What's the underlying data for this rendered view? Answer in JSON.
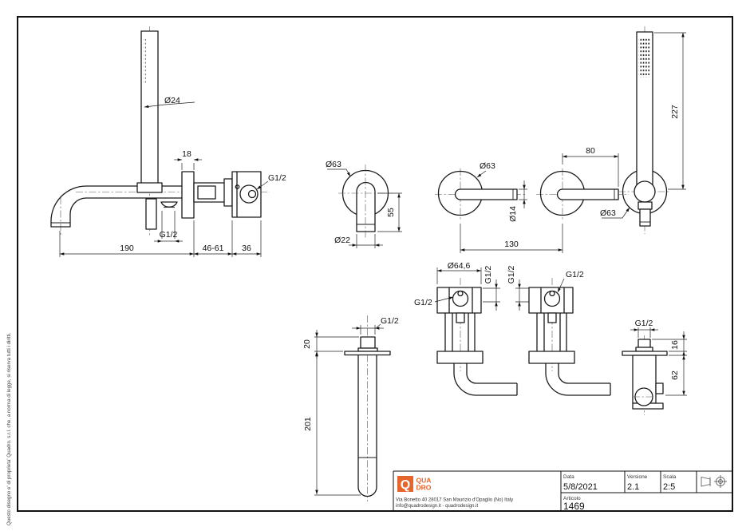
{
  "sheet": {
    "side_note": "Questo disegno e' di proprieta' Quadro. s.r.l. che, a norma di legge, si riserva tutti i diritti.",
    "title_block": {
      "logo_q": "Q",
      "logo_line1": "QUA",
      "logo_line2": "DRO",
      "brand_orange": "#e4662c",
      "address_line1": "Via Bonetto 40  28017 San Maurizio d'Opaglio (No) Italy",
      "address_line2": "info@quadrodesign.it  -  quadrodesign.it",
      "data_label": "Data",
      "data_value": "5/8/2021",
      "versione_label": "Versione",
      "versione_value": "2.1",
      "scala_label": "Scala",
      "scala_value": "2:5",
      "articolo_label": "Articolo",
      "articolo_value": "1469"
    }
  },
  "labels": {
    "mixer": {
      "dia24": "Ø24",
      "plate18": "18",
      "inlet_g12": "G1/2",
      "hose_g12": "G1/2",
      "reach190": "190",
      "range4661": "46-61",
      "depth36": "36"
    },
    "escutcheon": {
      "dia63": "Ø63",
      "h55": "55",
      "dia22": "Ø22"
    },
    "handles": {
      "dia63": "Ø63",
      "dia14": "Ø14",
      "len80": "80",
      "centers130": "130",
      "holder_dia63": "Ø63"
    },
    "handshower": {
      "h227": "227"
    },
    "ceiling_spout": {
      "g12": "G1/2",
      "h20": "20",
      "len201": "201"
    },
    "valves": {
      "dia646": "Ø64,6",
      "a_front_g12": "G1/2",
      "a_side_g12": "G1/2",
      "b_side_g12": "G1/2",
      "b_front_g12": "G1/2"
    },
    "outlet": {
      "g12": "G1/2",
      "h16": "16",
      "h62": "62"
    }
  }
}
